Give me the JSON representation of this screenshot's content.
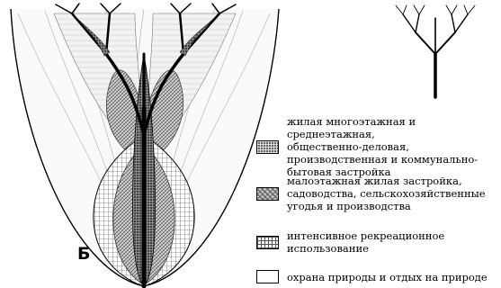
{
  "panel_letter": "Б",
  "legend": [
    {
      "label": "жилая многоэтажная и среднеэтажная,\nобщественно-деловая,\nпроизводственная и коммунально-\nбытовая застройка",
      "pattern": "dense"
    },
    {
      "label": "малоэтажная жилая застройка,\nсадоводства, сельскохозяйственные\nугодья и производства",
      "pattern": "hatch"
    },
    {
      "label": "интенсивное рекреационное\nиспользование",
      "pattern": "grid"
    },
    {
      "label": "охрана природы и отдых на природе",
      "pattern": "empty"
    }
  ]
}
